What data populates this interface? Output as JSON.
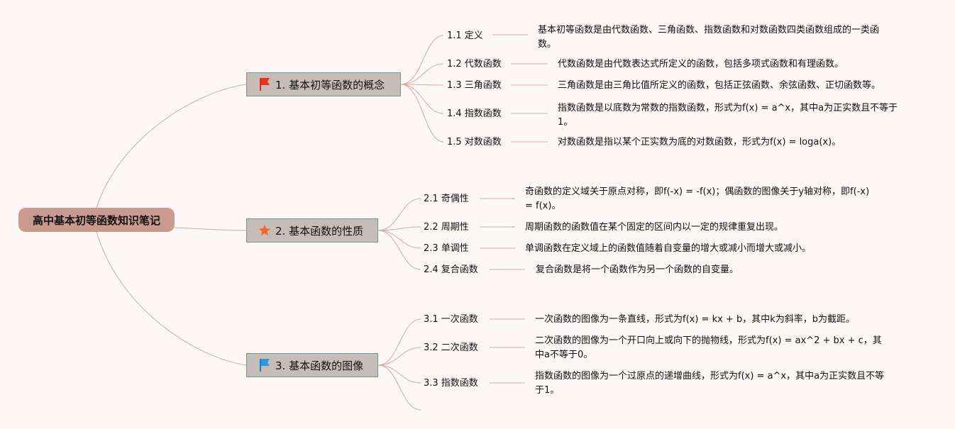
{
  "root": {
    "label": "高中基本初等函数知识笔记"
  },
  "branches": [
    {
      "label": "1. 基本初等函数的概念",
      "icon": "red-flag-icon",
      "children": [
        {
          "topic": "1.1 定义",
          "desc": "基本初等函数是由代数函数、三角函数、指数函数和对数函数四类函数组成的一类函数。"
        },
        {
          "topic": "1.2 代数函数",
          "desc": "代数函数是由代数表达式所定义的函数，包括多项式函数和有理函数。"
        },
        {
          "topic": "1.3 三角函数",
          "desc": "三角函数是由三角比值所定义的函数，包括正弦函数、余弦函数、正切函数等。"
        },
        {
          "topic": "1.4 指数函数",
          "desc": "指数函数是以底数为常数的指数函数，形式为f(x) = a^x，其中a为正实数且不等于1。"
        },
        {
          "topic": "1.5 对数函数",
          "desc": "对数函数是指以某个正实数为底的对数函数，形式为f(x) = loga(x)。"
        }
      ]
    },
    {
      "label": "2. 基本函数的性质",
      "icon": "orange-star-icon",
      "children": [
        {
          "topic": "2.1 奇偶性",
          "desc": "奇函数的定义域关于原点对称，即f(-x) = -f(x)；偶函数的图像关于y轴对称，即f(-x) = f(x)。"
        },
        {
          "topic": "2.2 周期性",
          "desc": "周期函数的函数值在某个固定的区间内以一定的规律重复出现。"
        },
        {
          "topic": "2.3 单调性",
          "desc": "单调函数在定义域上的函数值随着自变量的增大或减小而增大或减小。"
        },
        {
          "topic": "2.4 复合函数",
          "desc": "复合函数是将一个函数作为另一个函数的自变量。"
        }
      ]
    },
    {
      "label": "3. 基本函数的图像",
      "icon": "blue-flag-icon",
      "children": [
        {
          "topic": "3.1 一次函数",
          "desc": "一次函数的图像为一条直线，形式为f(x) = kx + b，其中k为斜率，b为截距。"
        },
        {
          "topic": "3.2 二次函数",
          "desc": "二次函数的图像为一个开口向上或向下的抛物线，形式为f(x) = ax^2 + bx + c，其中a不等于0。"
        },
        {
          "topic": "3.3 指数函数",
          "desc": "指数函数的图像为一个过原点的递增曲线，形式为f(x) = a^x，其中a为正实数且不等于1。"
        }
      ]
    }
  ],
  "colors": {
    "connector": "#d4aaa3",
    "root_bg": "#c99a90",
    "branch_bg": "#c7bdb8",
    "branch_border": "#6f9a97"
  }
}
